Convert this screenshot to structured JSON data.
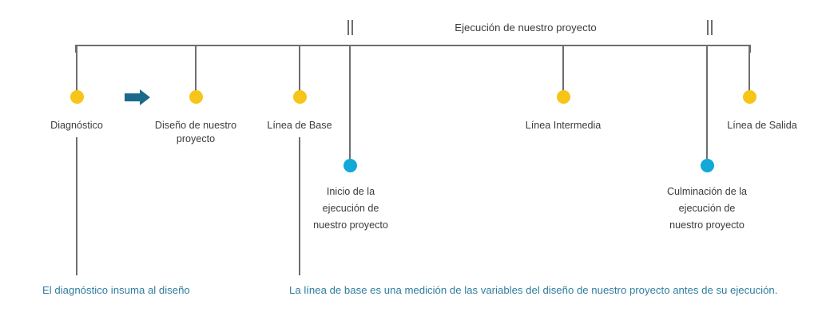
{
  "diagram": {
    "title_label": "Ejecución de nuestro proyecto",
    "colors": {
      "milestone": "#f6c518",
      "sub_milestone": "#12a8d8",
      "line": "#6d6e70",
      "note_text": "#2f7d9e",
      "arrow": "#1b6a8c",
      "label_text": "#3b3b3b"
    },
    "break_marker": "||",
    "milestones": [
      {
        "id": "diagnostico",
        "label": "Diagnóstico",
        "marker": "yellow-dot"
      },
      {
        "id": "diseno",
        "label": "Diseño de nuestro\nproyecto",
        "marker": "yellow-dot"
      },
      {
        "id": "linea-base",
        "label": "Línea de Base",
        "marker": "yellow-dot"
      },
      {
        "id": "linea-intermedia",
        "label": "Línea Intermedia",
        "marker": "yellow-dot"
      },
      {
        "id": "linea-salida",
        "label": "Línea de Salida",
        "marker": "yellow-dot"
      }
    ],
    "sub_milestones": [
      {
        "id": "inicio-ejecucion",
        "label": "Inicio de la\nejecución de\nnuestro proyecto",
        "marker": "blue-dot"
      },
      {
        "id": "culminacion-ejecucion",
        "label": "Culminación  de la\nejecución de\nnuestro proyecto",
        "marker": "blue-dot"
      }
    ],
    "notes": [
      {
        "id": "nota-diagnostico",
        "text": "El diagnóstico insuma al diseño"
      },
      {
        "id": "nota-linea-base",
        "text": "La línea de base es una medición de las variables del diseño de nuestro proyecto antes de su ejecución."
      }
    ],
    "transition_arrow": "arrow-right-icon"
  }
}
